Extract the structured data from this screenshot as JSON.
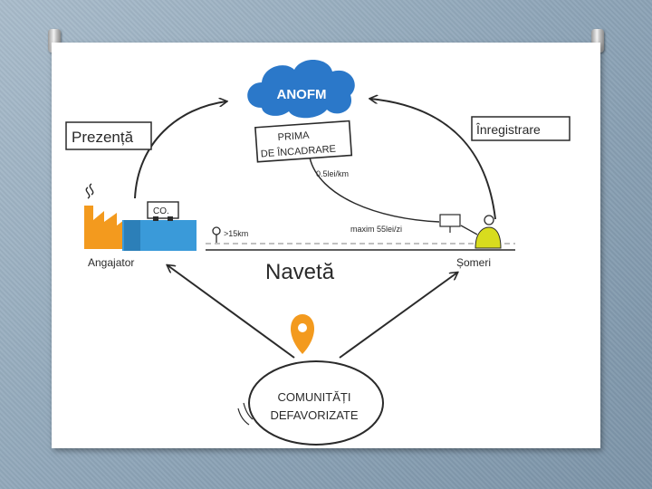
{
  "diagram": {
    "anofm": "ANOFM",
    "prima_line1": "PRIMA",
    "prima_line2": "DE ÎNCADRARE",
    "rate_km": "0.5lei/km",
    "prezenta": "Prezență",
    "inregistrare": "Înregistrare",
    "co_label": "CO.",
    "distance": ">15km",
    "max_day": "maxim 55lei/zi",
    "angajator": "Angajator",
    "naveta": "Navetă",
    "someri": "Șomeri",
    "comunitati_line1": "COMUNITĂȚI",
    "comunitati_line2": "DEFAVORIZATE",
    "colors": {
      "cloud": "#2b78c9",
      "factory": "#f39a1e",
      "machine": "#3a9ad9",
      "pin": "#f39a1e",
      "person": "#d8dc1e",
      "ink": "#2a2a2a"
    }
  }
}
